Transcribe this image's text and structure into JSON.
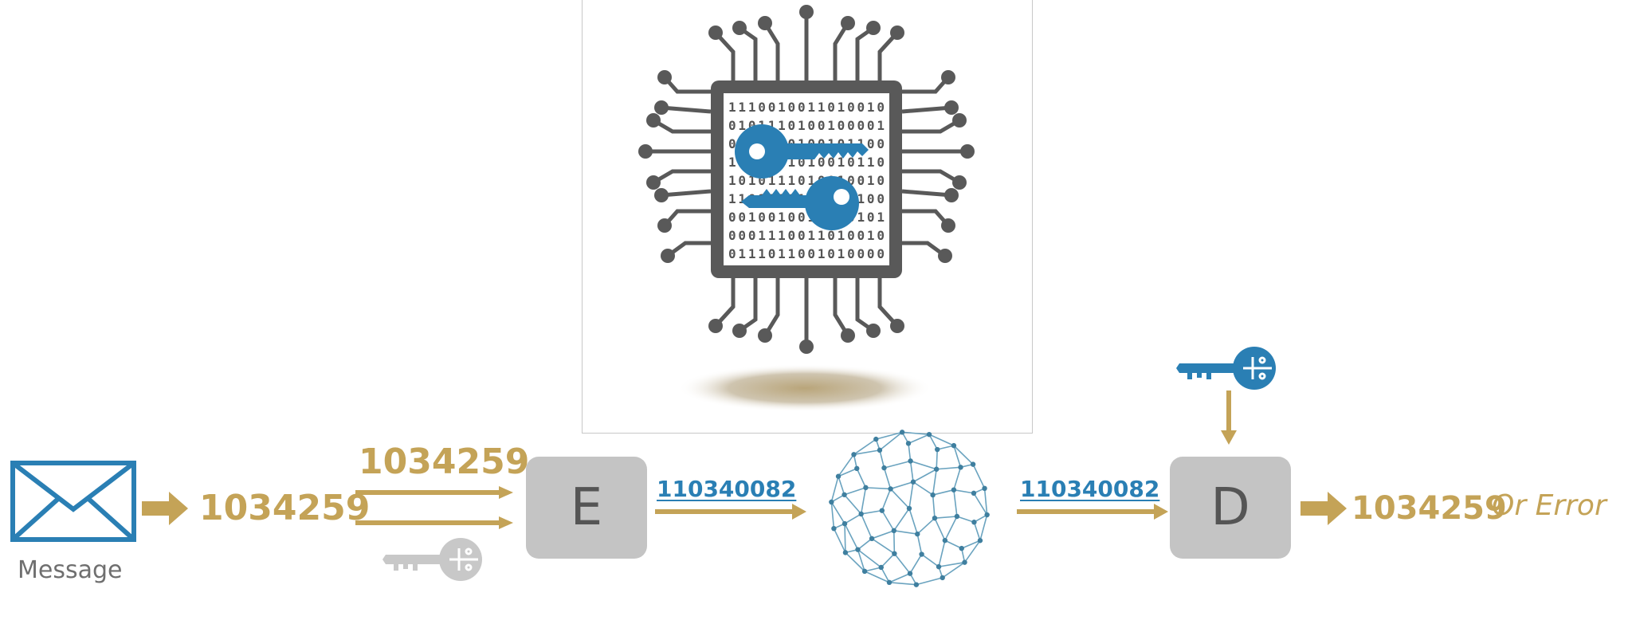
{
  "chip": {
    "binary_rows": [
      "1110010011010010",
      "0101110100100001",
      "0110100100101100",
      "1101001010010110",
      "1010111010010010",
      "1101010101010100",
      "0010010011100101",
      "0001110011010010",
      "0111011001010000"
    ]
  },
  "flow": {
    "message_label": "Message",
    "plaintext_main": "1034259",
    "plaintext_split": "1034259",
    "encrypt_label": "E",
    "ciphertext_out": "110340082",
    "ciphertext_in": "110340082",
    "decrypt_label": "D",
    "result_value": "1034259",
    "result_suffix": "Or Error"
  },
  "colors": {
    "gold": "#c4a357",
    "blue": "#2a7fb4",
    "chip_gray": "#595959",
    "box_gray": "#c4c4c4",
    "key_gray": "#c8c8c8",
    "network": "#5a9ab8"
  }
}
